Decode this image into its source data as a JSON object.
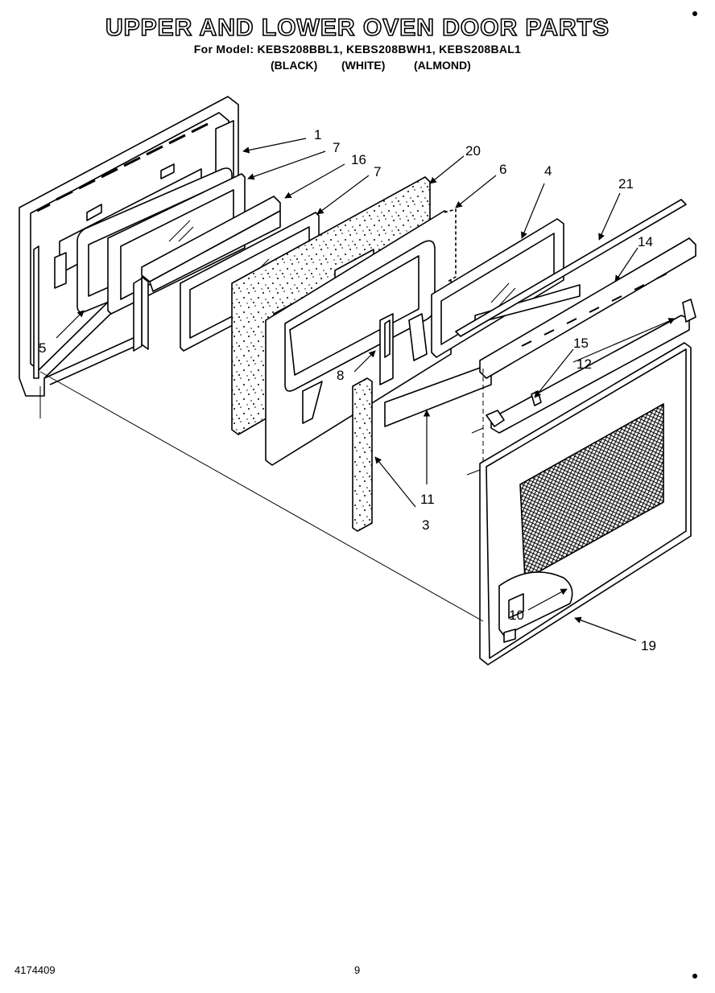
{
  "header": {
    "title": "UPPER AND LOWER OVEN DOOR PARTS",
    "model_line": "For Model: KEBS208BBL1, KEBS208BWH1, KEBS208BAL1",
    "colors": [
      "(BLACK)",
      "(WHITE)",
      "(ALMOND)"
    ]
  },
  "callouts": {
    "c1": "1",
    "c7a": "7",
    "c16": "16",
    "c7b": "7",
    "c20": "20",
    "c6": "6",
    "c4": "4",
    "c21": "21",
    "c14": "14",
    "c5": "5",
    "c15": "15",
    "c12": "12",
    "c8": "8",
    "c11": "11",
    "c3": "3",
    "c10": "10",
    "c19": "19"
  },
  "footer": {
    "part_number": "4174409",
    "page_number": "9"
  }
}
